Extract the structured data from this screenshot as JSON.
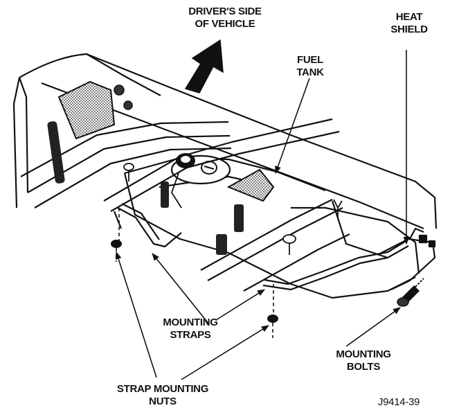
{
  "labels": {
    "drivers_side": [
      "DRIVER'S SIDE",
      "OF VEHICLE"
    ],
    "heat_shield": [
      "HEAT",
      "SHIELD"
    ],
    "fuel_tank": [
      "FUEL",
      "TANK"
    ],
    "mounting_straps": [
      "MOUNTING",
      "STRAPS"
    ],
    "mounting_bolts": [
      "MOUNTING",
      "BOLTS"
    ],
    "strap_mounting_nuts": [
      "STRAP MOUNTING",
      "NUTS"
    ],
    "figure_id": "J9414-39"
  },
  "colors": {
    "ink": "#111111",
    "background": "#ffffff",
    "shade": "#555555"
  }
}
